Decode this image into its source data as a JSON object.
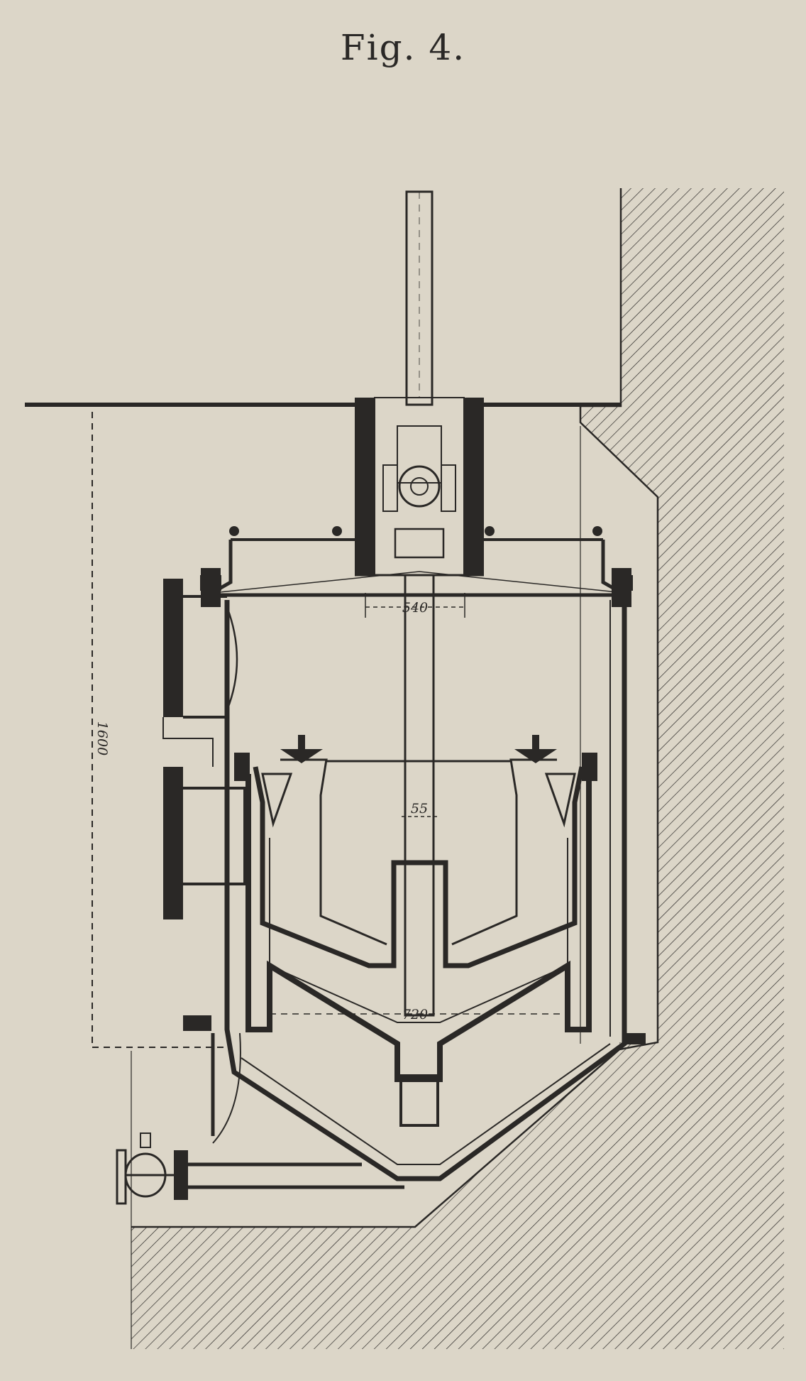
{
  "figure": {
    "title": "Fig. 4.",
    "dimensions": {
      "height_1600": "1600",
      "width_540": "540",
      "diameter_55": "55",
      "width_720": "720"
    }
  },
  "colors": {
    "paper": "#dcd6c8",
    "ink": "#2a2826"
  }
}
